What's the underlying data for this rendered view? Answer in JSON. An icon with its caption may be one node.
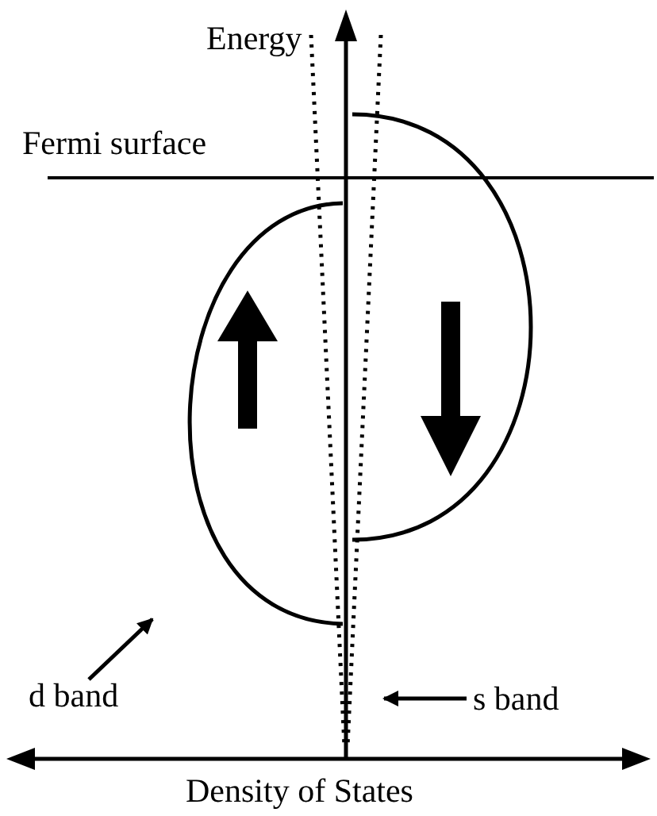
{
  "diagram": {
    "nodes": [
      {
        "text": [
          "d band"
        ]
      },
      {
        "text": [],
        "shape": "curve"
      },
      {
        "text": [
          "s band"
        ]
      },
      {
        "text": [],
        "shape": "line"
      }
    ],
    "edges": [
      {
        "from": 0,
        "to": 1,
        "arrow": "to"
      },
      {
        "from": 2,
        "to": 3,
        "arrow": "to"
      }
    ],
    "labels": [
      "Energy",
      "Fermi surface",
      "Density of States"
    ]
  }
}
